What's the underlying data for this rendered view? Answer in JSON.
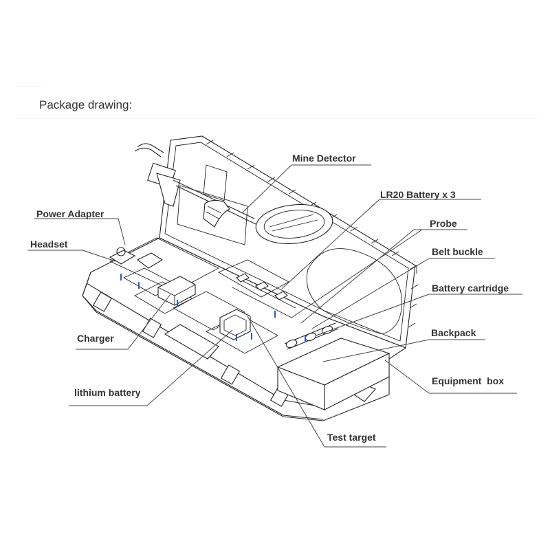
{
  "heading": "Package drawing:",
  "labels": {
    "mine_detector": "Mine Detector",
    "lr20_battery": "LR20 Battery x 3",
    "power_adapter": "Power Adapter",
    "probe": "Probe",
    "headset": "Headset",
    "belt_buckle": "Belt buckle",
    "battery_cartridge": "Battery cartridge",
    "charger": "Charger",
    "backpack": "Backpack",
    "equipment_box": "Equipment  box",
    "lithium_battery": "lithium battery",
    "test_target": "Test target"
  }
}
